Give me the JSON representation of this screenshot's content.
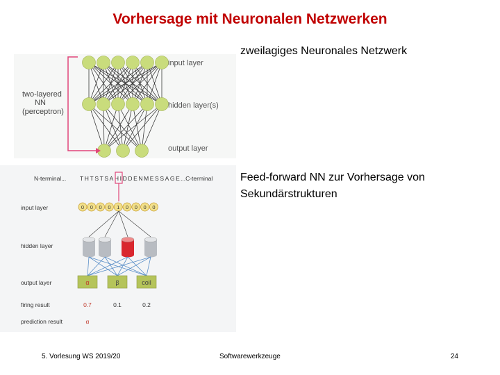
{
  "slide": {
    "title": "Vorhersage mit Neuronalen Netzwerken",
    "caption_top": "zweilagiges Neuronales Netzwerk",
    "caption_bottom_line1": "Feed-forward NN zur Vorhersage von",
    "caption_bottom_line2": "Sekundärstrukturen"
  },
  "perceptron_figure": {
    "input_layer": "input layer",
    "hidden_layer": "hidden layer(s)",
    "output_layer": "output layer",
    "side_label_line1": "two-layered",
    "side_label_line2": "NN",
    "side_label_line3": "(perceptron)"
  },
  "sequence_figure": {
    "n_terminal": "N-terminal...",
    "sequence": "THTSTSAHIDDENMESSAGE",
    "c_terminal": "...C-terminal",
    "input_layer": "input layer",
    "input_values": [
      "0",
      "0",
      "0",
      "0",
      "1",
      "0",
      "0",
      "0",
      "0"
    ],
    "hidden_layer": "hidden layer",
    "output_layer": "output layer",
    "outputs": [
      "α",
      "β",
      "coil"
    ],
    "firing_result": "firing result",
    "firing_values": [
      "0.7",
      "0.1",
      "0.2"
    ],
    "prediction_result": "prediction result",
    "prediction_value": "α"
  },
  "footer": {
    "lecture": "5. Vorlesung WS 2019/20",
    "course": "Softwarewerkzeuge",
    "page": "24"
  },
  "colors": {
    "title": "#c00000",
    "node_green": "#c9dc7c",
    "frame_pink": "#e0457a",
    "cylinder_red": "#d9272e",
    "output_box": "#b5c45a",
    "blue_lines": "#5a8fc8"
  }
}
